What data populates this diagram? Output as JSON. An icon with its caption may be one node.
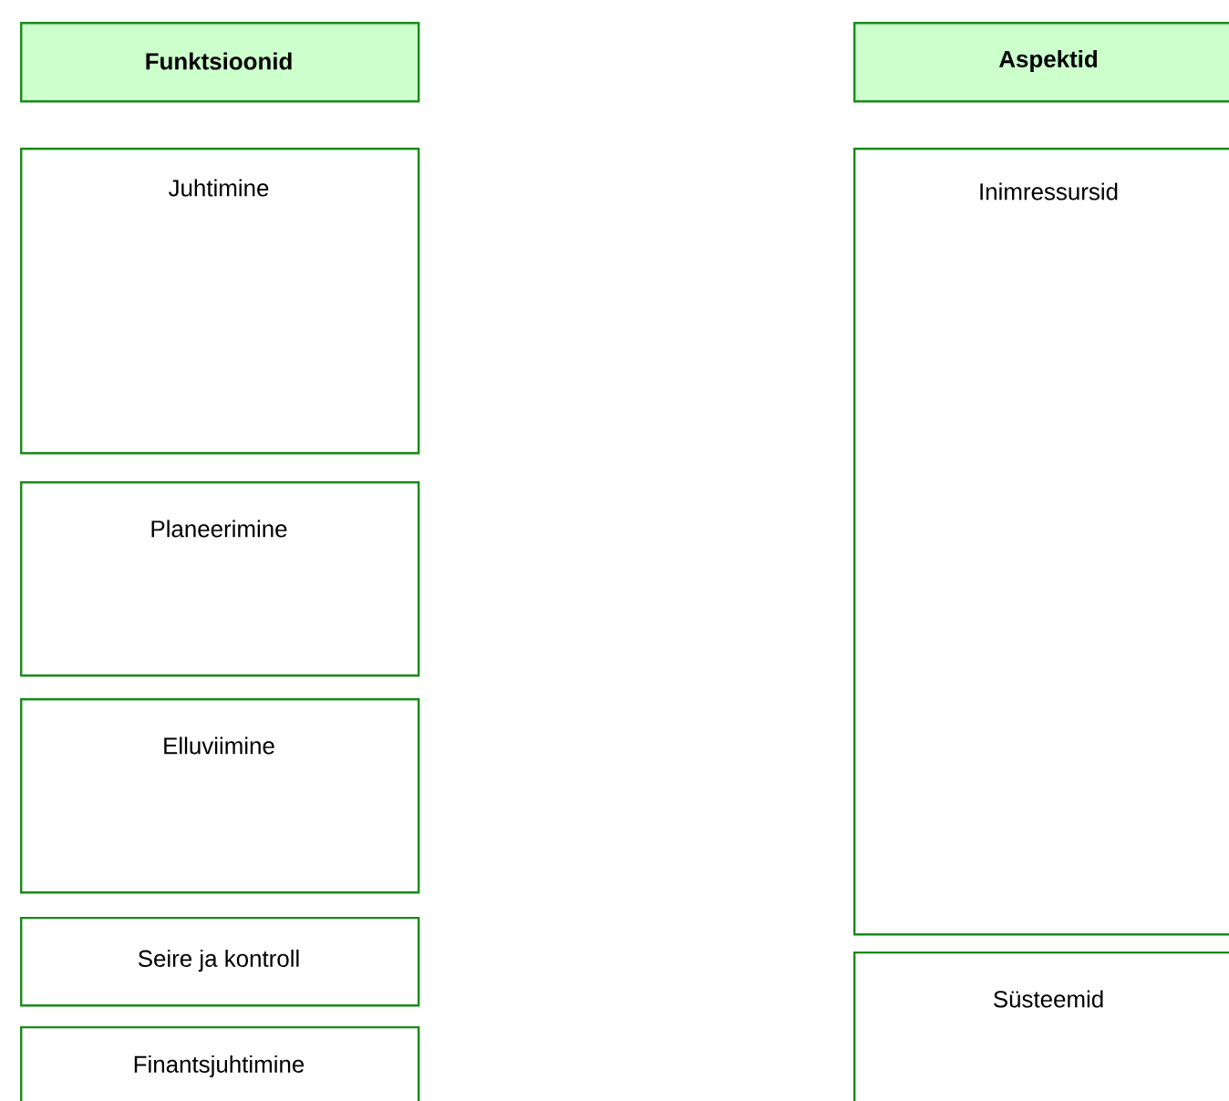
{
  "diagram": {
    "nodes": [
      {
        "text": [
          "Funktsioonid"
        ]
      },
      {
        "text": [
          "Aspektid"
        ]
      },
      {
        "text": [
          "Juhtimine"
        ]
      },
      {
        "text": [
          "Planeerimine"
        ]
      },
      {
        "text": [
          "Elluviimine"
        ]
      },
      {
        "text": [
          "Seire ja kontroll"
        ]
      },
      {
        "text": [
          "Finantsjuhtimine"
        ]
      },
      {
        "text": [
          "Inimressursid"
        ]
      },
      {
        "text": [
          "Süsteemid"
        ]
      }
    ]
  }
}
